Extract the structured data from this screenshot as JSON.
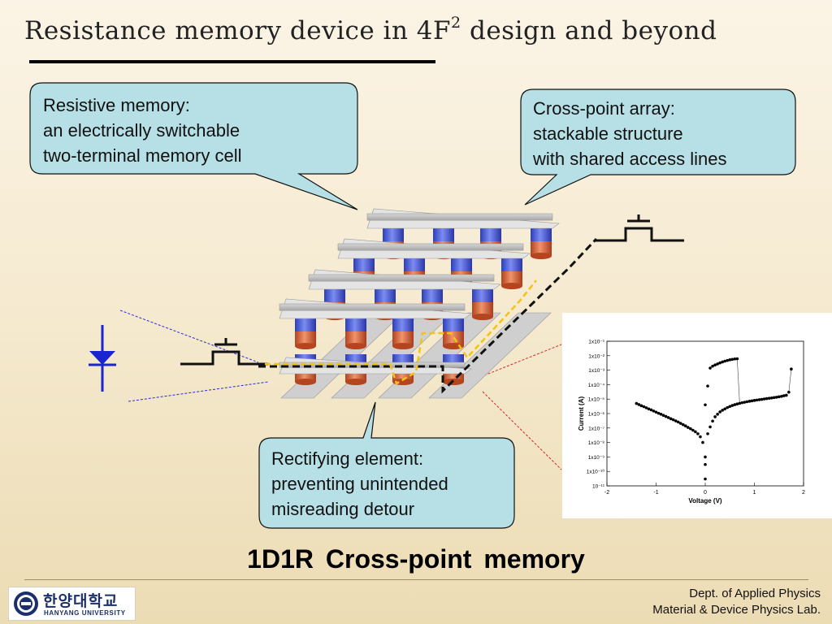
{
  "slide": {
    "title_main": "Resistance memory device in 4F",
    "title_sup": "2",
    "title_tail": " design and beyond",
    "caption_prefix": "1D1R",
    "caption_main": "Cross-point memory"
  },
  "callouts": {
    "resistive": [
      "Resistive memory:",
      "an electrically switchable",
      "two-terminal memory cell"
    ],
    "crosspoint": [
      "Cross-point array:",
      "stackable structure",
      "with shared access lines"
    ],
    "rectifying": [
      "Rectifying element:",
      "preventing unintended",
      "misreading detour"
    ]
  },
  "footer": {
    "logo_korean": "한양대학교",
    "logo_english": "HANYANG UNIVERSITY",
    "dept_line1": "Dept. of Applied Physics",
    "dept_line2": "Material & Device Physics Lab."
  },
  "colors": {
    "callout_fill": "#b7e0e6",
    "cell_top": "#4f63d8",
    "cell_bottom": "#d96a3a",
    "line_gray": "#c4c4c4",
    "path_yellow": "#f2c318"
  },
  "chart_data": {
    "type": "scatter",
    "title": "",
    "xlabel": "Voltage (V)",
    "ylabel": "Current (A)",
    "yscale": "log",
    "xlim": [
      -2,
      2
    ],
    "ylim": [
      1e-11,
      0.1
    ],
    "x_ticks": [
      "-2",
      "-1",
      "0",
      "1",
      "2"
    ],
    "y_ticks": [
      "10⁻¹¹",
      "1x10⁻¹⁰",
      "1x10⁻⁹",
      "1x10⁻⁸",
      "1x10⁻⁷",
      "1x10⁻⁶",
      "1x10⁻⁵",
      "1x10⁻⁴",
      "1x10⁻³",
      "1x10⁻²",
      "1x10⁻¹"
    ],
    "series": [
      {
        "x": [
          -1.4,
          -1.35,
          -1.3,
          -1.25,
          -1.2,
          -1.15,
          -1.1,
          -1.05,
          -1.0,
          -0.95,
          -0.9,
          -0.85,
          -0.8,
          -0.75,
          -0.7,
          -0.65,
          -0.6,
          -0.55,
          -0.5,
          -0.45,
          -0.4,
          -0.35,
          -0.3,
          -0.25,
          -0.2,
          -0.15,
          -0.1,
          -0.05,
          0.0,
          0.0,
          0.0,
          0.05,
          0.1,
          0.15,
          0.2,
          0.25,
          0.3,
          0.35,
          0.4,
          0.45,
          0.5,
          0.55,
          0.6,
          0.65,
          0.7,
          0.75,
          0.8,
          0.85,
          0.9,
          0.95,
          1.0,
          1.05,
          1.1,
          1.15,
          1.2,
          1.25,
          1.3,
          1.35,
          1.4,
          1.45,
          1.5,
          1.55,
          1.6,
          1.65,
          1.7,
          1.75
        ],
        "y": [
          5e-06,
          4.2e-06,
          3.5e-06,
          3e-06,
          2.5e-06,
          2.1e-06,
          1.8e-06,
          1.5e-06,
          1.25e-06,
          1.05e-06,
          9e-07,
          7.5e-07,
          6.3e-07,
          5.3e-07,
          4.4e-07,
          3.7e-07,
          3.1e-07,
          2.6e-07,
          2.1e-07,
          1.7e-07,
          1.4e-07,
          1.1e-07,
          9e-08,
          7e-08,
          5.5e-08,
          4e-08,
          2.5e-08,
          1e-08,
          3e-10,
          3e-11,
          1e-09,
          4e-08,
          1.2e-07,
          3e-07,
          6e-07,
          9e-07,
          1.3e-06,
          1.7e-06,
          2.1e-06,
          2.6e-06,
          3.1e-06,
          3.6e-06,
          4.1e-06,
          4.6e-06,
          5.1e-06,
          5.6e-06,
          6.1e-06,
          6.6e-06,
          7.1e-06,
          7.6e-06,
          8.1e-06,
          8.6e-06,
          9.1e-06,
          9.6e-06,
          1.02e-05,
          1.08e-05,
          1.14e-05,
          1.2e-05,
          1.27e-05,
          1.35e-05,
          1.45e-05,
          1.55e-05,
          1.7e-05,
          1.85e-05,
          3e-05,
          0.0012
        ]
      },
      {
        "x": [
          0.0,
          0.05,
          0.1,
          0.15,
          0.2,
          0.25,
          0.3,
          0.35,
          0.4,
          0.45,
          0.5,
          0.55,
          0.6,
          0.65
        ],
        "y": [
          4e-06,
          8e-05,
          0.0014,
          0.0019,
          0.0023,
          0.0027,
          0.0032,
          0.0037,
          0.0042,
          0.0047,
          0.0052,
          0.0056,
          0.006,
          0.0062
        ]
      }
    ]
  }
}
